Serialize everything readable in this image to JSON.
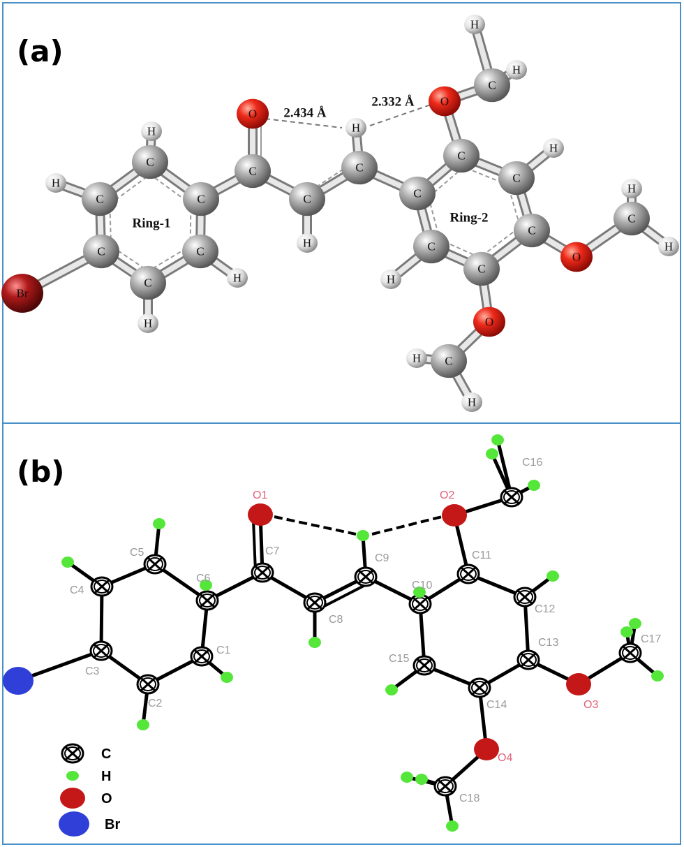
{
  "panels": {
    "a": {
      "letter": "(a)",
      "ring_labels": [
        "Ring-1",
        "Ring-2"
      ],
      "distances": [
        "2.434 Å",
        "2.332 Å"
      ],
      "element_symbols": {
        "C": "C",
        "H": "H",
        "O": "O",
        "Br": "Br"
      }
    },
    "b": {
      "letter": "(b)",
      "atom_labels": [
        "C1",
        "C2",
        "C3",
        "C4",
        "C5",
        "C6",
        "C7",
        "C8",
        "C9",
        "C10",
        "C11",
        "C12",
        "C13",
        "C14",
        "C15",
        "C16",
        "C17",
        "C18",
        "O1",
        "O2",
        "O3",
        "O4"
      ],
      "legend": [
        {
          "symbol": "C",
          "label": "C"
        },
        {
          "symbol": "H",
          "label": "H"
        },
        {
          "symbol": "O",
          "label": "O"
        },
        {
          "symbol": "Br",
          "label": "Br"
        }
      ]
    }
  },
  "colors": {
    "frame": "#4a90c8",
    "carbon_ball": "#9a9a9a",
    "hydrogen_ball": "#e6e6e6",
    "oxygen_ball": "#e0241c",
    "bromine_ball": "#a01818",
    "ortep_hydrogen": "#55e63a",
    "ortep_oxygen": "#c41818",
    "ortep_bromine": "#2f3fd8",
    "ortep_label_o": "#e0607a",
    "ortep_label_c": "#9a9a9a"
  }
}
